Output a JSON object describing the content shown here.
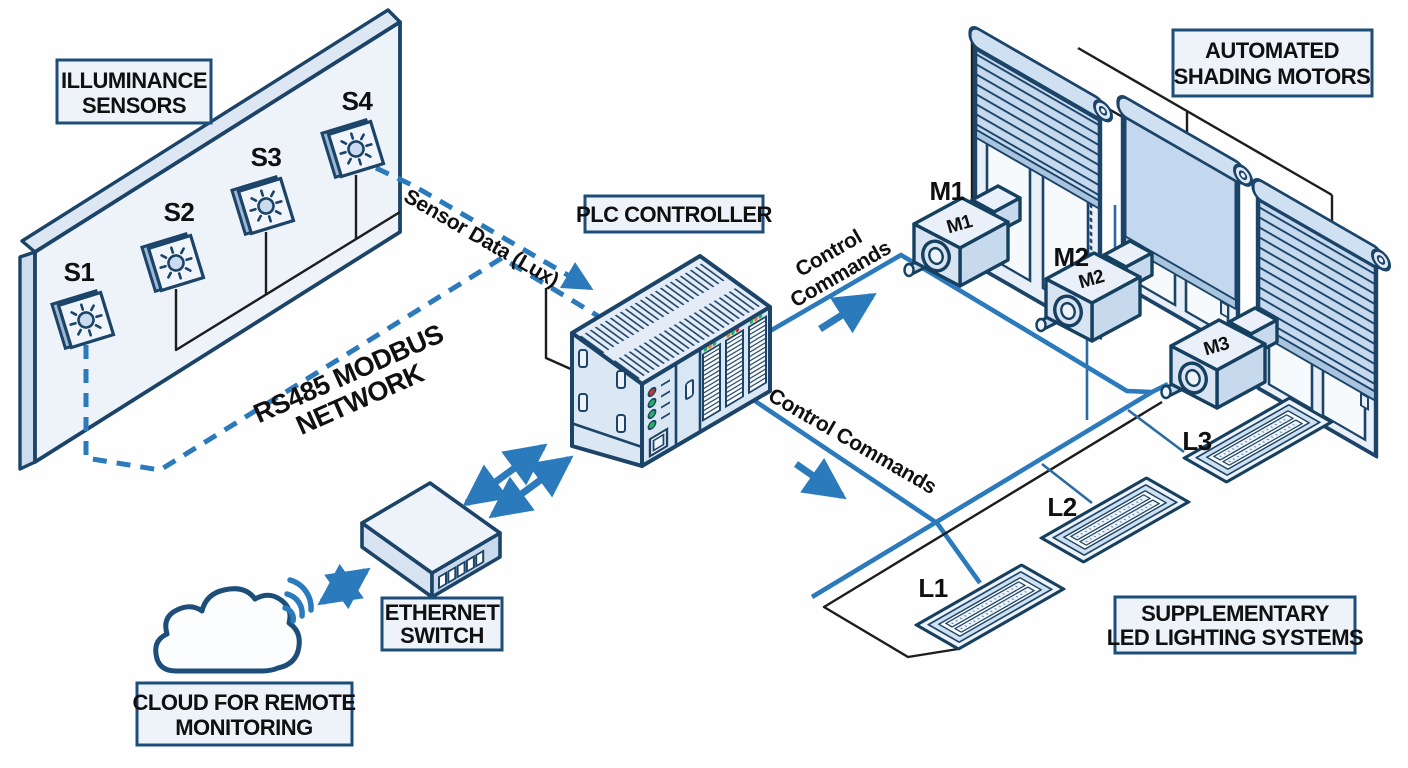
{
  "d": {
    "title": "PLC daylight control system diagram",
    "colors": {
      "accent": "#2b7abc",
      "outline": "#1c4468",
      "panel_fill": "#eef3fa",
      "label_box_fill": "#eef2f9",
      "text": "#101010"
    },
    "boxes": {
      "illuminance": {
        "l1": "ILLUMINANCE",
        "l2": "SENSORS"
      },
      "plc": {
        "l1": "PLC CONTROLLER"
      },
      "shading": {
        "l1": "AUTOMATED",
        "l2": "SHADING MOTORS"
      },
      "ethernet": {
        "l1": "ETHERNET",
        "l2": "SWITCH"
      },
      "cloud": {
        "l1": "CLOUD FOR REMOTE",
        "l2": "MONITORING"
      },
      "led": {
        "l1": "SUPPLEMENTARY",
        "l2": "LED LIGHTING SYSTEMS"
      }
    },
    "labels": {
      "sensors": [
        "S1",
        "S2",
        "S3",
        "S4"
      ],
      "motors_big": [
        "M1",
        "M2"
      ],
      "motor_plates": [
        "M1",
        "M2",
        "M3"
      ],
      "leds": [
        "L1",
        "L2",
        "L3"
      ]
    },
    "annotations": {
      "sensor_data": "Sensor Data (Lux)",
      "rs485": {
        "l1": "RS485 MODBUS",
        "l2": "NETWORK"
      },
      "control_top": {
        "l1": "Control",
        "l2": "Commands"
      },
      "control_bottom": "Control Commands"
    }
  }
}
